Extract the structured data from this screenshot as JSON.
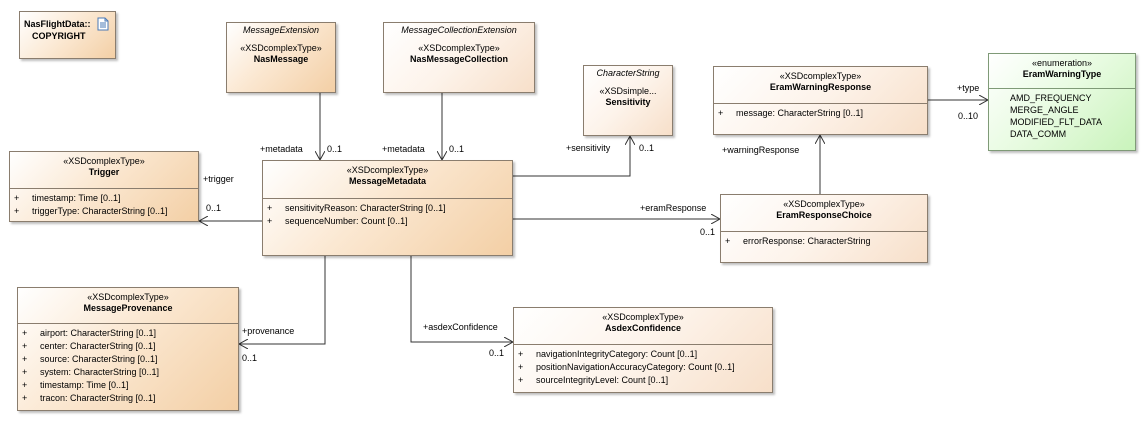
{
  "copyright": {
    "title": "NasFlightData::",
    "name": "COPYRIGHT",
    "icon": "document-icon"
  },
  "nas_message": {
    "parent": "MessageExtension",
    "stereotype": "«XSDcomplexType»",
    "name": "NasMessage"
  },
  "nas_message_collection": {
    "parent": "MessageCollectionExtension",
    "stereotype": "«XSDcomplexType»",
    "name": "NasMessageCollection"
  },
  "sensitivity": {
    "parent": "CharacterString",
    "stereotype": "«XSDsimple...",
    "name": "Sensitivity"
  },
  "eram_warning_response": {
    "stereotype": "«XSDcomplexType»",
    "name": "EramWarningResponse",
    "attrs": [
      {
        "vis": "+",
        "text": "message: CharacterString [0..1]"
      }
    ]
  },
  "eram_warning_type": {
    "stereotype": "«enumeration»",
    "name": "EramWarningType",
    "literals": [
      "AMD_FREQUENCY",
      "MERGE_ANGLE",
      "MODIFIED_FLT_DATA",
      "DATA_COMM"
    ]
  },
  "trigger": {
    "stereotype": "«XSDcomplexType»",
    "name": "Trigger",
    "attrs": [
      {
        "vis": "+",
        "text": "timestamp: Time [0..1]"
      },
      {
        "vis": "+",
        "text": "triggerType: CharacterString [0..1]"
      }
    ]
  },
  "message_metadata": {
    "stereotype": "«XSDcomplexType»",
    "name": "MessageMetadata",
    "attrs": [
      {
        "vis": "+",
        "text": "sensitivityReason: CharacterString [0..1]"
      },
      {
        "vis": "+",
        "text": "sequenceNumber: Count [0..1]"
      }
    ]
  },
  "eram_response_choice": {
    "stereotype": "«XSDcomplexType»",
    "name": "EramResponseChoice",
    "attrs": [
      {
        "vis": "+",
        "text": "errorResponse: CharacterString"
      }
    ]
  },
  "message_provenance": {
    "stereotype": "«XSDcomplexType»",
    "name": "MessageProvenance",
    "attrs": [
      {
        "vis": "+",
        "text": "airport: CharacterString [0..1]"
      },
      {
        "vis": "+",
        "text": "center: CharacterString [0..1]"
      },
      {
        "vis": "+",
        "text": "source: CharacterString [0..1]"
      },
      {
        "vis": "+",
        "text": "system: CharacterString [0..1]"
      },
      {
        "vis": "+",
        "text": "timestamp: Time [0..1]"
      },
      {
        "vis": "+",
        "text": "tracon: CharacterString [0..1]"
      }
    ]
  },
  "asdex_confidence": {
    "stereotype": "«XSDcomplexType»",
    "name": "AsdexConfidence",
    "attrs": [
      {
        "vis": "+",
        "text": "navigationIntegrityCategory: Count [0..1]"
      },
      {
        "vis": "+",
        "text": "positionNavigationAccuracyCategory: Count [0..1]"
      },
      {
        "vis": "+",
        "text": "sourceIntegrityLevel: Count [0..1]"
      }
    ]
  },
  "connectors": {
    "metadata_1": {
      "role": "+metadata",
      "mult": "0..1"
    },
    "metadata_2": {
      "role": "+metadata",
      "mult": "0..1"
    },
    "sensitivity": {
      "role": "+sensitivity",
      "mult": "0..1"
    },
    "trigger": {
      "role": "+trigger",
      "mult": "0..1"
    },
    "eram_response": {
      "role": "+eramResponse",
      "mult": "0..1"
    },
    "warning_response": {
      "role": "+warningResponse"
    },
    "type": {
      "role": "+type",
      "mult": "0..10"
    },
    "provenance": {
      "role": "+provenance",
      "mult": "0..1"
    },
    "asdex_confidence": {
      "role": "+asdexConfidence",
      "mult": "0..1"
    }
  }
}
